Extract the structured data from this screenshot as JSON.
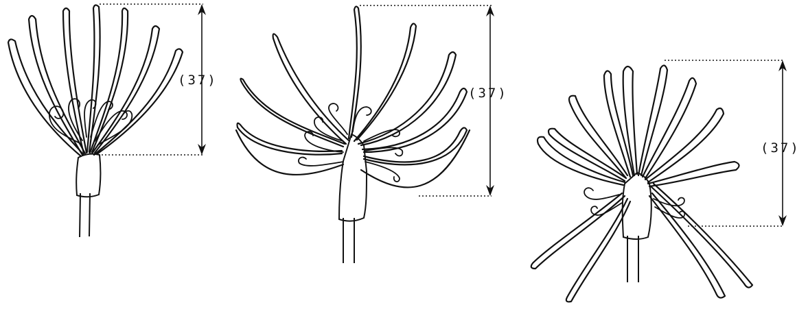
{
  "figure": {
    "flowers": [
      {
        "name": "flower-1",
        "dimension_label": "(37)"
      },
      {
        "name": "flower-2",
        "dimension_label": "(37)"
      },
      {
        "name": "flower-3",
        "dimension_label": "(37)"
      }
    ]
  }
}
